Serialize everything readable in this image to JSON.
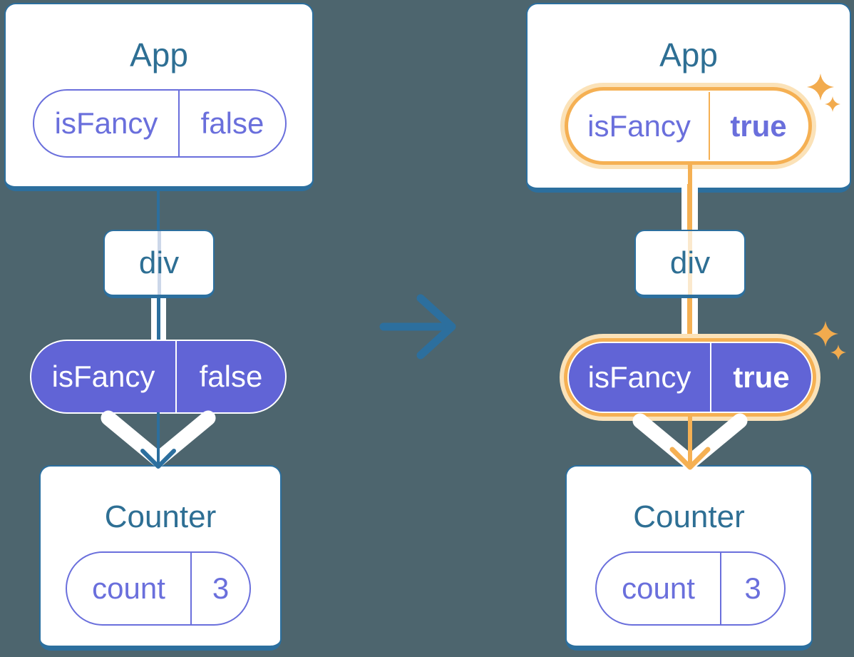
{
  "palette": {
    "bg": "#4d656e",
    "blue": "#2c6f9e",
    "titleBlue": "#2e6f94",
    "purple": "#6a6fdc",
    "purpleFill": "#6164d6",
    "orange": "#f5b053",
    "orangeGlow": "#fbe2b8",
    "sparkle": "#f2ab4e",
    "passBlue": "#ccd7e9",
    "passOrange": "#fbe9cd",
    "white": "#ffffff"
  },
  "left_tree": {
    "app": {
      "title": "App",
      "state": {
        "key": "isFancy",
        "value": "false"
      }
    },
    "div_node": {
      "label": "div"
    },
    "prop_pill": {
      "key": "isFancy",
      "value": "false"
    },
    "counter": {
      "title": "Counter",
      "state": {
        "key": "count",
        "value": "3"
      }
    }
  },
  "right_tree": {
    "app": {
      "title": "App",
      "state": {
        "key": "isFancy",
        "value": "true"
      }
    },
    "div_node": {
      "label": "div"
    },
    "prop_pill": {
      "key": "isFancy",
      "value": "true"
    },
    "counter": {
      "title": "Counter",
      "state": {
        "key": "count",
        "value": "3"
      }
    }
  }
}
